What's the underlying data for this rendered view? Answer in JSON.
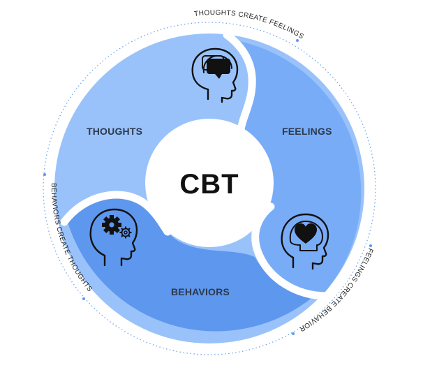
{
  "center": {
    "label": "CBT"
  },
  "segments": {
    "thoughts": {
      "label": "THOUGHTS"
    },
    "feelings": {
      "label": "FEELINGS"
    },
    "behaviors": {
      "label": "BEHAVIORS"
    }
  },
  "cycle": {
    "thoughts_to_feelings": "THOUGHTS CREATE FEELINGS",
    "feelings_to_behaviors": "FEELINGS CREATE BEHAVIORS",
    "behaviors_to_thoughts": "BEHAVIORS CREATE THOUGHTS"
  },
  "icons": {
    "thoughts": "head-speech-bubble-icon",
    "feelings": "head-heart-icon",
    "behaviors": "head-gears-icon"
  },
  "colors": {
    "thoughts": "#99C2FA",
    "feelings": "#79ACF7",
    "behaviors": "#5E97EE",
    "cycle_line": "#6FA5EE",
    "center": "#FFFFFF"
  }
}
